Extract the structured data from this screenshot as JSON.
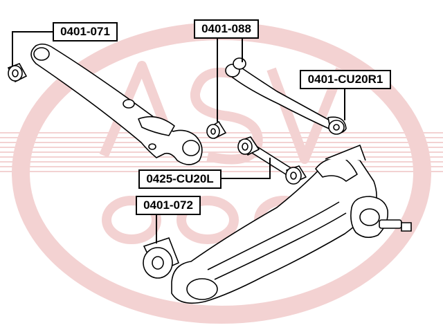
{
  "labels": {
    "p1": "0401-071",
    "p2": "0401-088",
    "p3": "0401-CU20R1",
    "p4": "0425-CU20L",
    "p5": "0401-072"
  },
  "colors": {
    "watermark": "#f3d2d2",
    "line": "#000000",
    "part_fill": "#ffffff"
  }
}
